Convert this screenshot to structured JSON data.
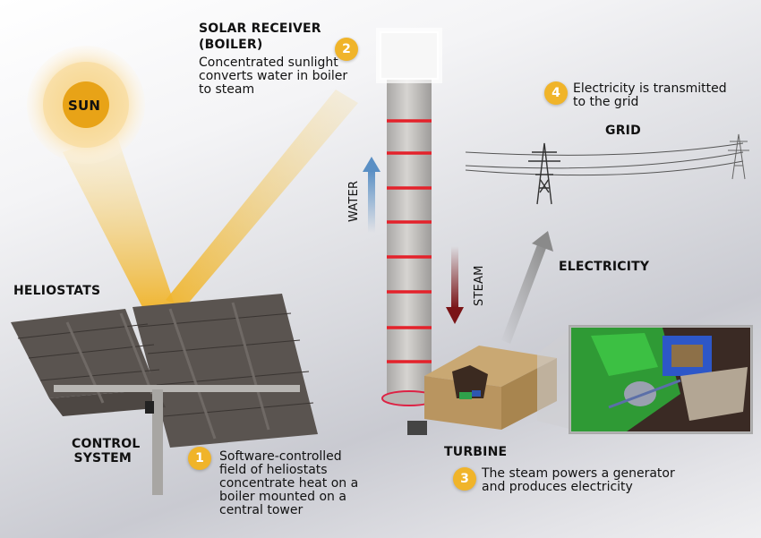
{
  "sun": {
    "label": "SUN",
    "core_color": "#e8a317",
    "halo_color": "#f7dfa5"
  },
  "receiver": {
    "title_line1": "SOLAR RECEIVER",
    "title_line2": "(BOILER)",
    "step": "2",
    "description_lines": [
      "Concentrated sunlight",
      "converts water in boiler",
      "to steam"
    ]
  },
  "grid": {
    "step": "4",
    "description_lines": [
      "Electricity is transmitted",
      "to the grid"
    ],
    "label": "GRID"
  },
  "tower": {
    "water_label": "WATER",
    "steam_label": "STEAM",
    "ring_color": "#e4222b",
    "water_arrow_color": "#5a8fc4",
    "steam_arrow_color": "#7a1416"
  },
  "electricity": {
    "label": "ELECTRICITY"
  },
  "heliostats": {
    "label": "HELIOSTATS",
    "control_line1": "CONTROL",
    "control_line2": "SYSTEM",
    "step": "1",
    "description_lines": [
      "Software-controlled",
      "field of heliostats",
      "concentrate heat on a",
      "boiler mounted on a",
      "central tower"
    ]
  },
  "turbine": {
    "label": "TURBINE",
    "step": "3",
    "description_lines": [
      "The steam powers a generator",
      "and produces electricity"
    ]
  },
  "colors": {
    "badge": "#f0b42a",
    "beam": "#f3c34a"
  }
}
